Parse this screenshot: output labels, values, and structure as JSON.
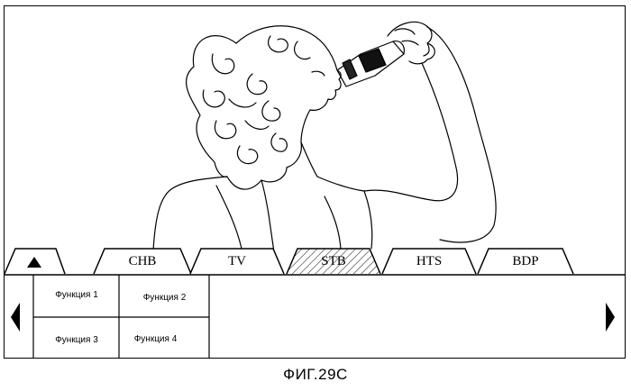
{
  "tabs": [
    {
      "label": "",
      "icon": "up-triangle-icon"
    },
    {
      "label": "CHB"
    },
    {
      "label": "TV"
    },
    {
      "label": "STB",
      "selected": true
    },
    {
      "label": "HTS"
    },
    {
      "label": "BDP"
    }
  ],
  "functions": [
    "Функция 1",
    "Функция 2",
    "Функция 3",
    "Функция 4"
  ],
  "nav": {
    "left_icon": "left-triangle-icon",
    "right_icon": "right-triangle-icon"
  },
  "figure": {
    "caption": "ФИГ.29С"
  },
  "illustration": {
    "subject": "woman drinking from a bottle (line drawing)"
  }
}
